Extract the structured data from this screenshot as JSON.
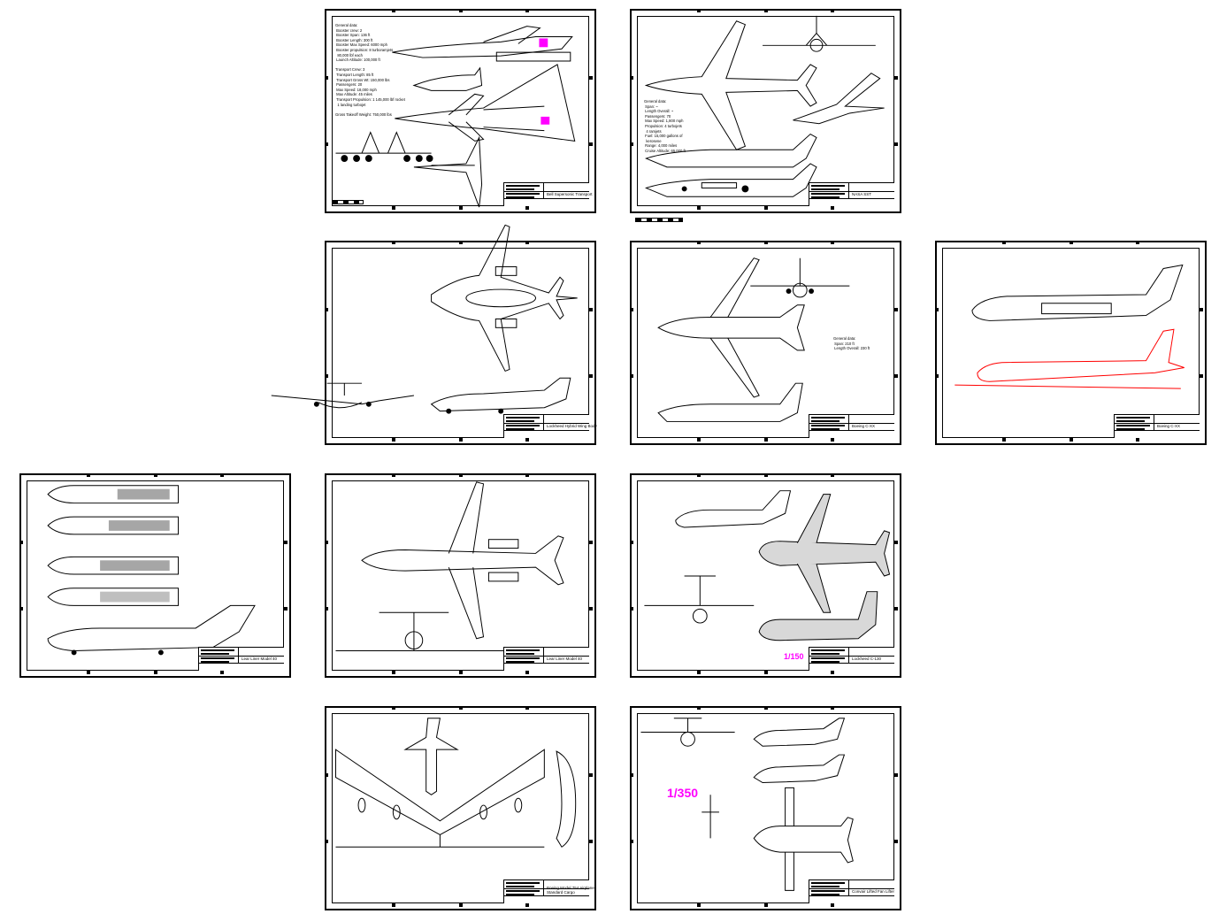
{
  "colors": {
    "ink": "#000000",
    "highlight": "#ff00ff",
    "redline": "#ff0000",
    "fill_gray": "#d8d8d8"
  },
  "sheets": [
    {
      "id": "supersonic-transport",
      "title": "Bell Supersonic Transport",
      "notes": "General data:\n Booster crew: 2\n Booster Span: 136 ft\n Booster Length: 300 ft\n Booster Max Speed: 6000 mph\n Booster propulsion: 8 turboramjets\n  80,000 lbf each\n Launch Altitude: 100,000 ft\n\nTransport Crew: 3\n Transport Length: 85 ft\n Transport Gross Wt: 150,000 lbs\n Passengers: 20\n Max Speed: 18,000 mph\n Max Altitude: 45 miles\n Transport Propulsion: 1 145,000 lbf rocket\n  1 landing turbojet\n\nGross Takeoff Weight: 750,000 lbs"
    },
    {
      "id": "nasa-concept",
      "title": "NASA SST",
      "notes": "General data:\n Span: ~\n Length Overall: ~\n Passengers: 70\n Max Speed: 1,800 mph\n Propulsion: 4 turbojets\n  4 ramjets\n Fuel: 15,000 gallons of\n  kerosene\n Range: 4,000 miles\n Cruise Altitude: 65,000 ft"
    },
    {
      "id": "blended-wing",
      "title": "Lockheed Hybrid Wing Body",
      "notes": ""
    },
    {
      "id": "boeing-b-4",
      "title": "Boeing C-XX",
      "notes": "General data:\n Span: 210 ft\n Length Overall: 230 ft"
    },
    {
      "id": "lockheed-c5",
      "title": "Boeing C-XX",
      "notes": ""
    },
    {
      "id": "learliner-interiors",
      "title": "Lear Liner Model 40",
      "notes": ""
    },
    {
      "id": "learliner-plan",
      "title": "Lear Liner Model 40",
      "notes": ""
    },
    {
      "id": "lockheed-c-130",
      "title": "Lockheed C-130",
      "notes": "",
      "scale": "1/150"
    },
    {
      "id": "boeing-model",
      "title": "Boeing Model 754 Airplane\nStandard Cargo",
      "notes": ""
    },
    {
      "id": "convair-model",
      "title": "Convair Lifted Fan Lifter",
      "notes": "",
      "scale": "1/350"
    }
  ]
}
